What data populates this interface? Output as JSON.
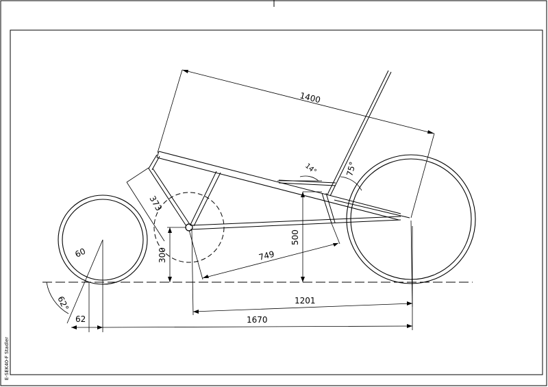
{
  "drawing": {
    "frame_label": "E-SEK40-F Stadler",
    "dimensions": {
      "top_length": "1400",
      "seat_angle": "75°",
      "small_angle": "14°",
      "upper_tube": "373",
      "seat_height": "500",
      "distance_749": "749",
      "bb_height": "300",
      "front_wheel_radius": "60",
      "fork_angle": "62°",
      "fork_offset": "62",
      "distance_1201": "1201",
      "wheelbase": "1670"
    }
  }
}
